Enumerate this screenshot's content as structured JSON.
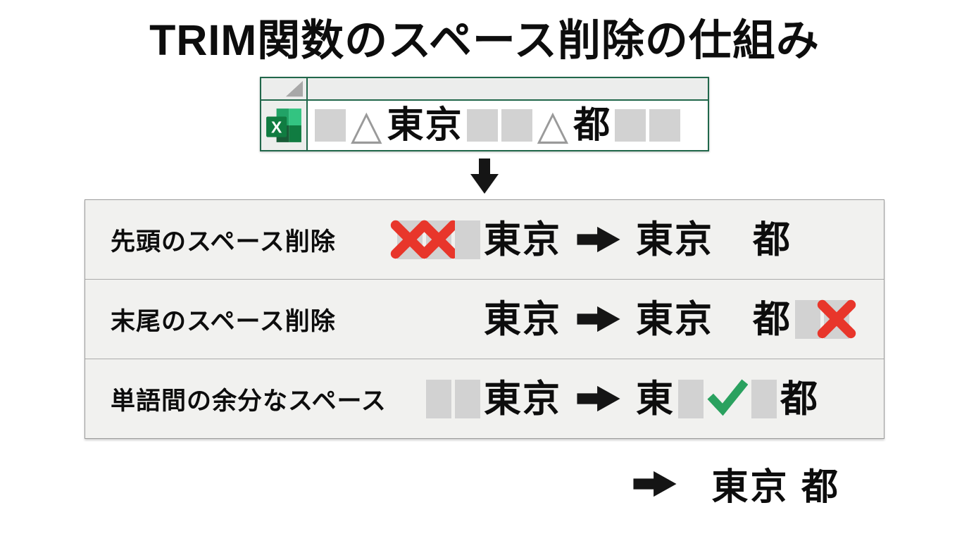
{
  "title": "TRIM関数のスペース削除の仕組み",
  "icon_glyphs": {
    "half_space_triangle": "△"
  },
  "colors": {
    "excel_border_green": "#20674a",
    "excel_logo_green": "#107c41",
    "space_box_gray": "#d2d2d2",
    "removed_x_red": "#e8362b",
    "kept_check_green": "#2aa15f",
    "row_background": "#f1f1ef",
    "arrow_black": "#151515",
    "text_black": "#0d0d0d"
  },
  "excel_cell": {
    "tokens": [
      {
        "type": "space"
      },
      {
        "type": "triangle"
      },
      {
        "type": "text",
        "value": "東京"
      },
      {
        "type": "space"
      },
      {
        "type": "space"
      },
      {
        "type": "triangle"
      },
      {
        "type": "text",
        "value": "都"
      },
      {
        "type": "space"
      },
      {
        "type": "space"
      }
    ]
  },
  "rows": [
    {
      "label": "先頭のスペース削除",
      "before": [
        {
          "type": "space-x"
        },
        {
          "type": "space-x"
        },
        {
          "type": "space"
        },
        {
          "type": "text",
          "value": "東京"
        }
      ],
      "after": [
        {
          "type": "text",
          "value": "東京"
        },
        {
          "type": "gap"
        },
        {
          "type": "text",
          "value": "都"
        }
      ]
    },
    {
      "label": "末尾のスペース削除",
      "before": [
        {
          "type": "text",
          "value": "東京"
        }
      ],
      "after": [
        {
          "type": "text",
          "value": "東京"
        },
        {
          "type": "gap"
        },
        {
          "type": "text",
          "value": "都"
        },
        {
          "type": "space"
        },
        {
          "type": "space-x"
        }
      ]
    },
    {
      "label": "単語間の余分なスペース",
      "before": [
        {
          "type": "space"
        },
        {
          "type": "space"
        },
        {
          "type": "text",
          "value": "東京"
        }
      ],
      "after": [
        {
          "type": "text",
          "value": "東"
        },
        {
          "type": "space"
        },
        {
          "type": "check"
        },
        {
          "type": "space"
        },
        {
          "type": "text",
          "value": "都"
        }
      ]
    }
  ],
  "final": {
    "result": "東京 都"
  }
}
